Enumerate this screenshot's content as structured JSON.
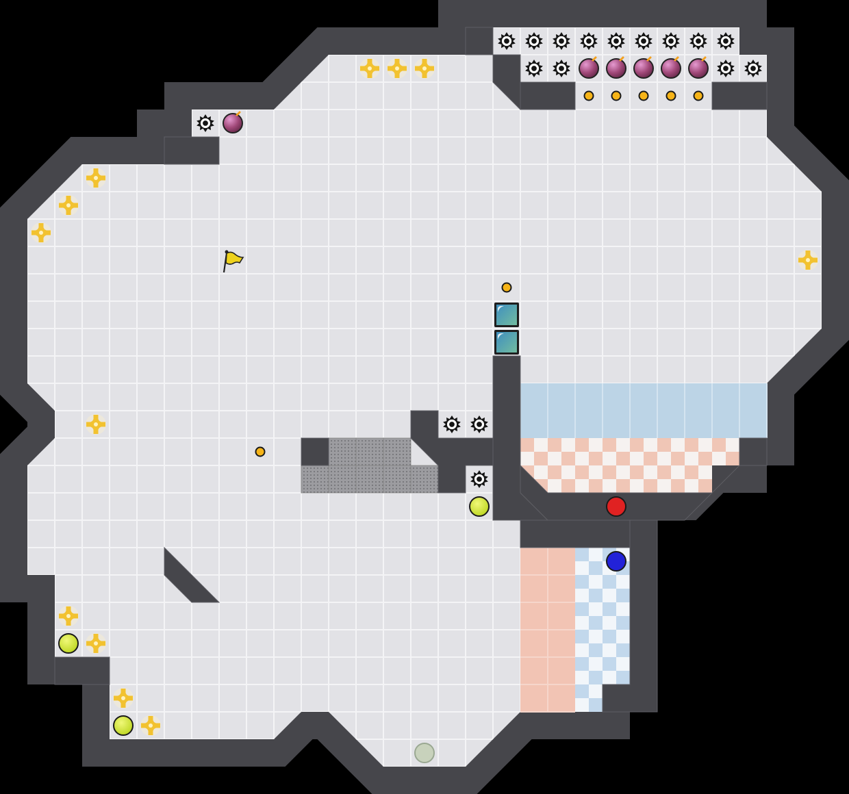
{
  "colors": {
    "background": "#000000",
    "floor": "#e2e2e6",
    "floor_edge": "#f4f4f6",
    "wall": "#46464b",
    "wall_edge": "#5e5e64",
    "spike": "#141414",
    "boost": "#f2c230",
    "bomb": "#a04878",
    "coin": "#f6b418",
    "red_ball": "#e02222",
    "blue_ball": "#2222d8",
    "powerup": "#c8e21e",
    "portal_off": "#c8d2bc",
    "gate": "#5aa8b8",
    "blue_zone": "#bcd4e6",
    "red_check": "#f0c6b6",
    "blue_check": "#c2d8ec",
    "red_endzone": "#f2c4b4",
    "grate": "#9c9ca0",
    "flag": "#eed21c"
  },
  "icons": {
    "spike": "spike-icon",
    "boost": "boost-icon",
    "bomb": "bomb-icon",
    "coin": "coin-icon",
    "ball": "ball-icon",
    "powerup": "powerup-icon",
    "portal": "portal-icon",
    "gate": "gate-icon",
    "flag": "flag-icon"
  },
  "items": {
    "spikes": [
      [
        18,
        1
      ],
      [
        19,
        1
      ],
      [
        20,
        1
      ],
      [
        21,
        1
      ],
      [
        22,
        1
      ],
      [
        23,
        1
      ],
      [
        24,
        1
      ],
      [
        25,
        1
      ],
      [
        26,
        1
      ],
      [
        19,
        2
      ],
      [
        20,
        2
      ],
      [
        26,
        2
      ],
      [
        27,
        2
      ],
      [
        7,
        4
      ],
      [
        16,
        15
      ],
      [
        17,
        15
      ],
      [
        17,
        17
      ]
    ],
    "bombs": [
      [
        21,
        2
      ],
      [
        22,
        2
      ],
      [
        23,
        2
      ],
      [
        24,
        2
      ],
      [
        25,
        2
      ],
      [
        8,
        4
      ]
    ],
    "coins": [
      [
        21,
        3
      ],
      [
        22,
        3
      ],
      [
        23,
        3
      ],
      [
        24,
        3
      ],
      [
        25,
        3
      ],
      [
        18,
        10
      ],
      [
        9,
        16
      ]
    ],
    "boosts": [
      [
        13,
        2
      ],
      [
        14,
        2
      ],
      [
        15,
        2
      ],
      [
        3,
        6
      ],
      [
        2,
        7
      ],
      [
        1,
        8
      ],
      [
        29,
        9
      ],
      [
        3,
        15
      ],
      [
        2,
        22
      ],
      [
        3,
        23
      ],
      [
        4,
        25
      ],
      [
        5,
        26
      ]
    ],
    "powerups": [
      [
        17,
        18
      ],
      [
        2,
        23
      ],
      [
        4,
        26
      ]
    ],
    "red_balls": [
      [
        22,
        18
      ]
    ],
    "blue_balls": [
      [
        22,
        20
      ]
    ],
    "portals_inactive": [
      [
        15,
        27
      ]
    ],
    "gates": [
      [
        18,
        11
      ],
      [
        18,
        12
      ]
    ],
    "flags": [
      [
        8,
        9
      ]
    ]
  }
}
